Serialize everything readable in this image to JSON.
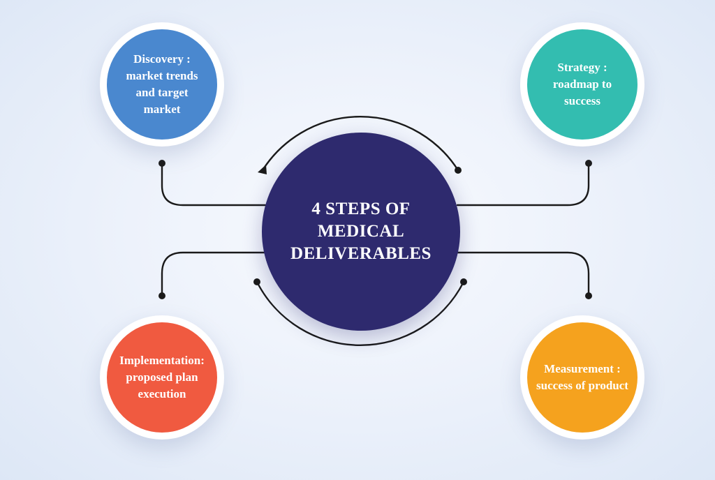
{
  "diagram": {
    "center": {
      "title": "4 STEPS OF MEDICAL DELIVERABLES",
      "color": "#2e2a6e"
    },
    "steps": [
      {
        "id": "discovery",
        "label": "Discovery : market trends and target market",
        "color": "#4a88cf"
      },
      {
        "id": "strategy",
        "label": "Strategy : roadmap to success",
        "color": "#33bdb0"
      },
      {
        "id": "implementation",
        "label": "Implementation: proposed plan execution",
        "color": "#f05a40"
      },
      {
        "id": "measurement",
        "label": "Measurement : success of product",
        "color": "#f5a21e"
      }
    ],
    "line_color": "#1a1a1a"
  }
}
